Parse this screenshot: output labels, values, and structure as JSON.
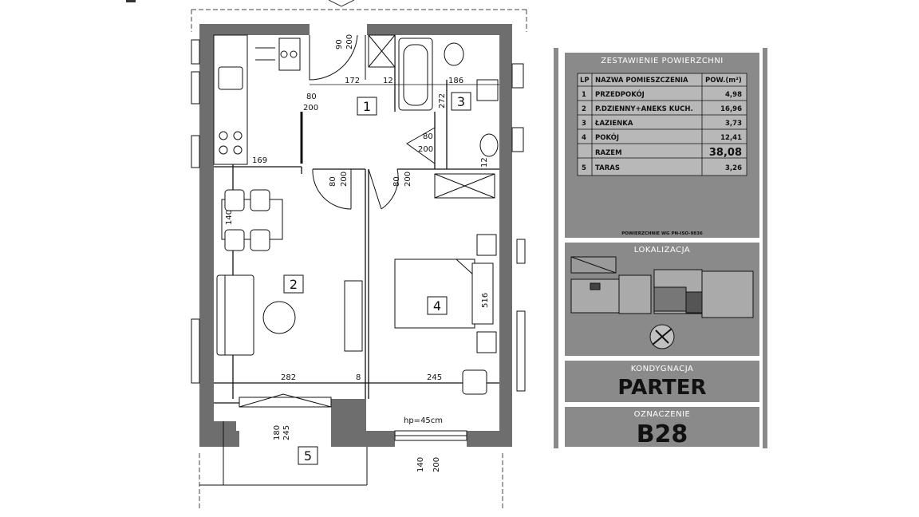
{
  "plan": {
    "rooms": [
      {
        "id": "1",
        "label": "1"
      },
      {
        "id": "2",
        "label": "2"
      },
      {
        "id": "3",
        "label": "3"
      },
      {
        "id": "4",
        "label": "4"
      },
      {
        "id": "5",
        "label": "5"
      }
    ],
    "door_labels": {
      "entrance": [
        "90",
        "200"
      ],
      "hall_left": [
        "80",
        "200"
      ],
      "bath": [
        "80",
        "200"
      ],
      "living": [
        "80",
        "200"
      ],
      "bedroom": [
        "80",
        "200"
      ],
      "terrace": [
        "140",
        "200"
      ],
      "window_terrace": [
        "180",
        "245"
      ]
    },
    "dimensions": {
      "d172": "172",
      "d12a": "12",
      "d186": "186",
      "d272": "272",
      "d169": "169",
      "d12b": "12",
      "d140": "140",
      "d282": "282",
      "d8": "8",
      "d245": "245",
      "d516": "516",
      "sill": "hp=45cm"
    }
  },
  "summary": {
    "title": "ZESTAWIENIE POWIERZCHNI",
    "columns": [
      "LP",
      "NAZWA POMIESZCZENIA",
      "POW.(m²)"
    ],
    "rows": [
      [
        "1",
        "PRZEDPOKÓJ",
        "4,98"
      ],
      [
        "2",
        "P.DZIENNY+ANEKS KUCH.",
        "16,96"
      ],
      [
        "3",
        "ŁAZIENKA",
        "3,73"
      ],
      [
        "4",
        "POKÓJ",
        "12,41"
      ]
    ],
    "total_label": "RAZEM",
    "total_value": "38,08",
    "extra_row": [
      "5",
      "TARAS",
      "3,26"
    ],
    "norm_note": "POWIERZCHNIE WG PN-ISO-9836"
  },
  "location": {
    "title": "LOKALIZACJA"
  },
  "floor": {
    "title": "KONDYGNACJA",
    "value": "PARTER"
  },
  "unit": {
    "title": "OZNACZENIE",
    "value": "B28"
  },
  "colors": {
    "wall": "#6e6e6e",
    "panel": "#8a8a8a",
    "panel_border": "#ffffff",
    "table_bg": "#b8b8b8"
  }
}
